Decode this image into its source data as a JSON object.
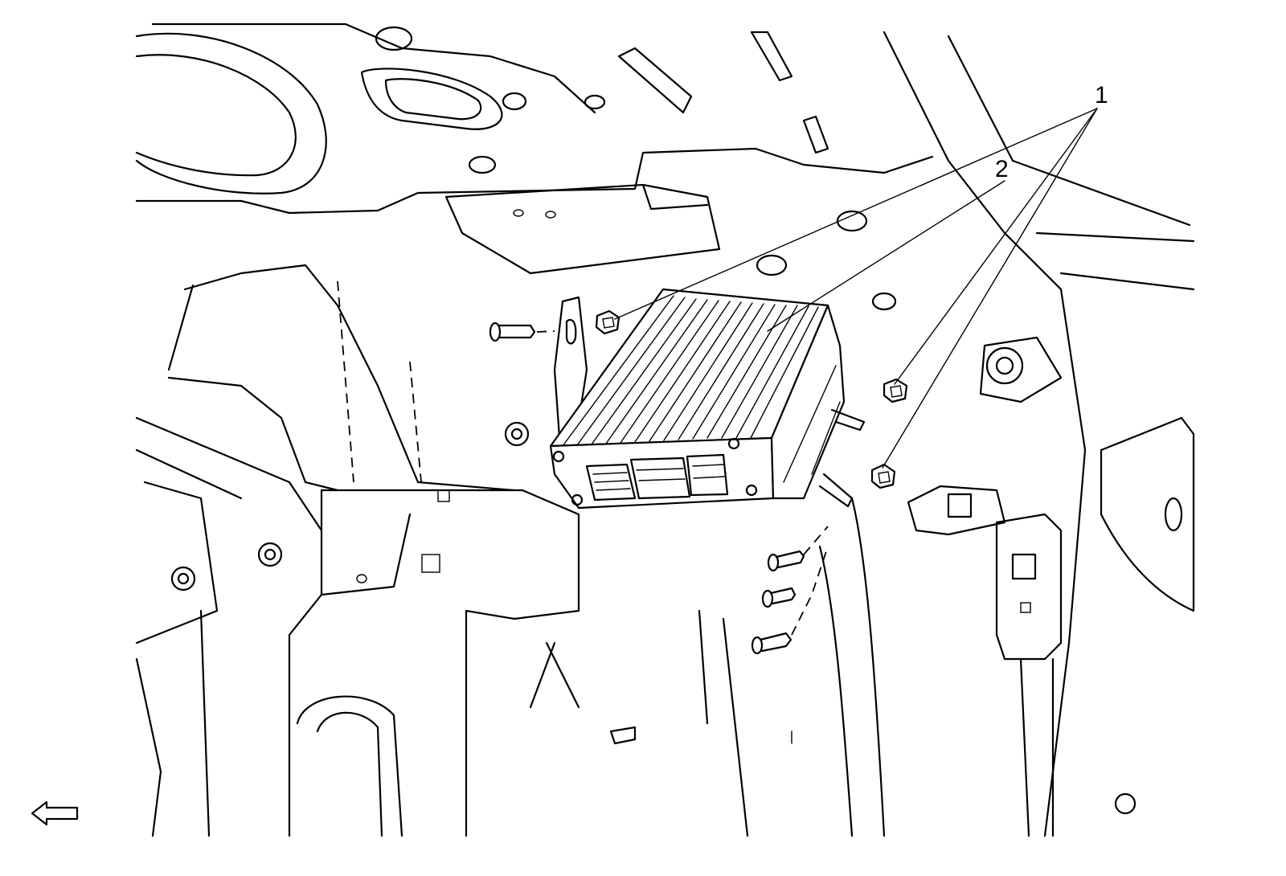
{
  "callouts": [
    {
      "id": "1",
      "label": "1"
    },
    {
      "id": "2",
      "label": "2"
    }
  ],
  "direction_indicator": {
    "icon": "left-arrow-icon"
  }
}
